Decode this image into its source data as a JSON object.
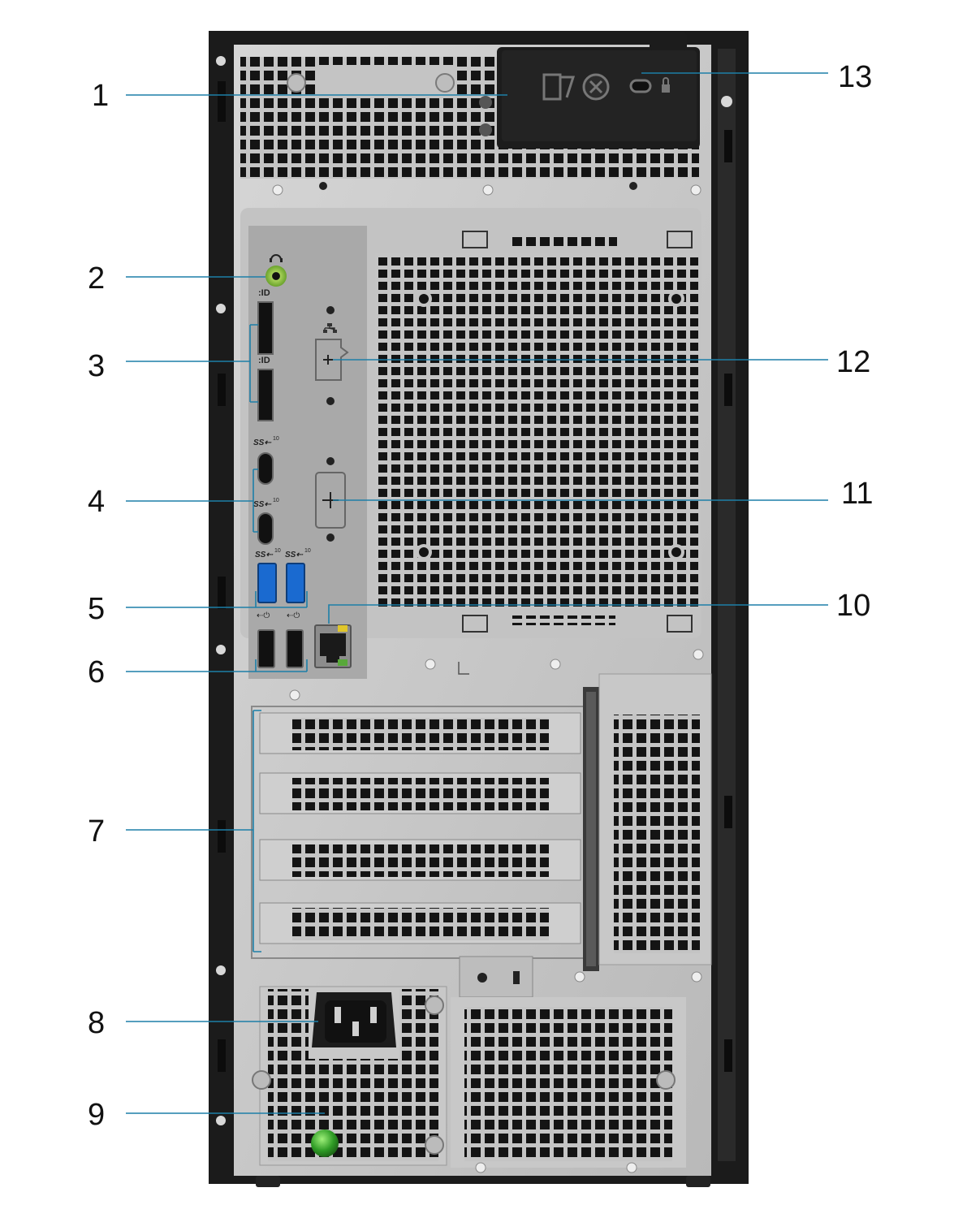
{
  "callouts": [
    {
      "id": 1,
      "label": "1"
    },
    {
      "id": 2,
      "label": "2"
    },
    {
      "id": 3,
      "label": "3"
    },
    {
      "id": 4,
      "label": "4"
    },
    {
      "id": 5,
      "label": "5"
    },
    {
      "id": 6,
      "label": "6"
    },
    {
      "id": 7,
      "label": "7"
    },
    {
      "id": 8,
      "label": "8"
    },
    {
      "id": 9,
      "label": "9"
    },
    {
      "id": 10,
      "label": "10"
    },
    {
      "id": 11,
      "label": "11"
    },
    {
      "id": 12,
      "label": "12"
    },
    {
      "id": 13,
      "label": "13"
    }
  ],
  "port_badges": {
    "usbc_top": "10",
    "usbc_bottom": "10",
    "usb_a_left": "10",
    "usb_a_right": "10"
  },
  "colors": {
    "chassis_black": "#1a1a1a",
    "steel": "#c9c9c9",
    "io_shield": "#a9a9a9",
    "usb3_blue": "#1a6ad0",
    "audio_green": "#8bc53f",
    "callout_line": "#1d7fa8"
  },
  "icons": [
    "headphone-icon",
    "displayport-icon",
    "superspeed-usb-icon",
    "network-icon",
    "lock-icon",
    "power-icon"
  ]
}
